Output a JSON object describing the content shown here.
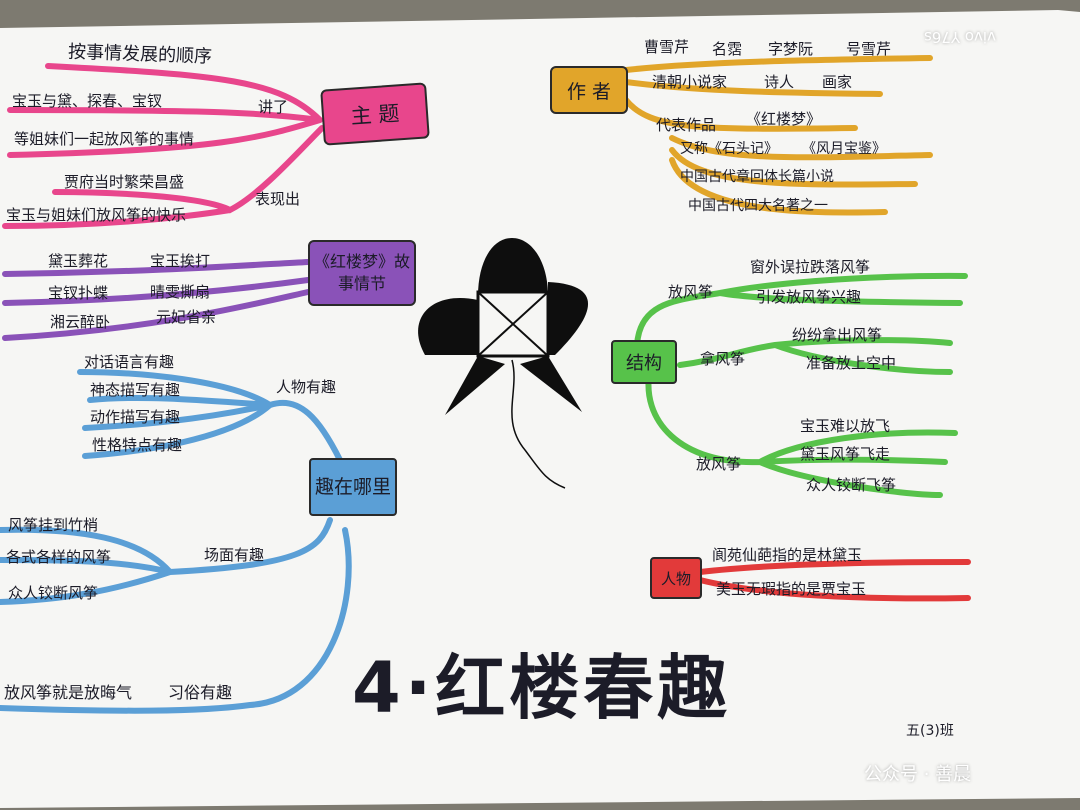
{
  "title": "4·红楼春趣",
  "class_label": "五(3)班",
  "camera_watermark": "vivo Y76s",
  "wechat_watermark": "公众号 · 善晨",
  "colors": {
    "theme": "#e8468c",
    "author": "#e1a52a",
    "plot": "#8a52b8",
    "structure": "#57c24a",
    "interest": "#5b9fd6",
    "characters": "#e23a3a"
  },
  "branches": {
    "theme": {
      "label": "主 题",
      "sub1_label": "讲了",
      "sub2_label": "表现出",
      "items": [
        "按事情发展的顺序",
        "宝玉与黛、探春、宝钗",
        "等姐妹们一起放风筝的事情",
        "贾府当时繁荣昌盛",
        "宝玉与姐妹们放风筝的快乐"
      ]
    },
    "author": {
      "label": "作 者",
      "items": [
        "曹雪芹",
        "名霑",
        "字梦阮",
        "号雪芹",
        "清朝小说家",
        "诗人",
        "画家"
      ],
      "works_label": "代表作品",
      "works": [
        "《红楼梦》",
        "又称《石头记》",
        "《风月宝鉴》",
        "中国古代章回体长篇小说",
        "中国古代四大名著之一"
      ]
    },
    "plot": {
      "label": "《红楼梦》故事情节",
      "items": [
        "黛玉葬花",
        "宝玉挨打",
        "宝钗扑蝶",
        "晴雯撕扇",
        "湘云醉卧",
        "元妃省亲"
      ]
    },
    "structure": {
      "label": "结构",
      "groups": [
        {
          "label": "放风筝",
          "items": [
            "窗外误拉跌落风筝",
            "引发放风筝兴趣"
          ]
        },
        {
          "label": "拿风筝",
          "items": [
            "纷纷拿出风筝",
            "准备放上空中"
          ]
        },
        {
          "label": "放风筝",
          "items": [
            "宝玉难以放飞",
            "黛玉风筝飞走",
            "众人铰断飞筝"
          ]
        }
      ]
    },
    "interest": {
      "label": "趣在哪里",
      "groups": [
        {
          "label": "人物有趣",
          "items": [
            "对话语言有趣",
            "神态描写有趣",
            "动作描写有趣",
            "性格特点有趣"
          ]
        },
        {
          "label": "场面有趣",
          "items": [
            "风筝挂到竹梢",
            "各式各样的风筝",
            "众人铰断风筝"
          ]
        }
      ],
      "bottom_note": "放风筝就是放晦气",
      "bottom_note2": "习俗有趣"
    },
    "characters": {
      "label": "人物",
      "items": [
        "阆苑仙葩指的是林黛玉",
        "美玉无瑕指的是贾宝玉"
      ]
    }
  }
}
